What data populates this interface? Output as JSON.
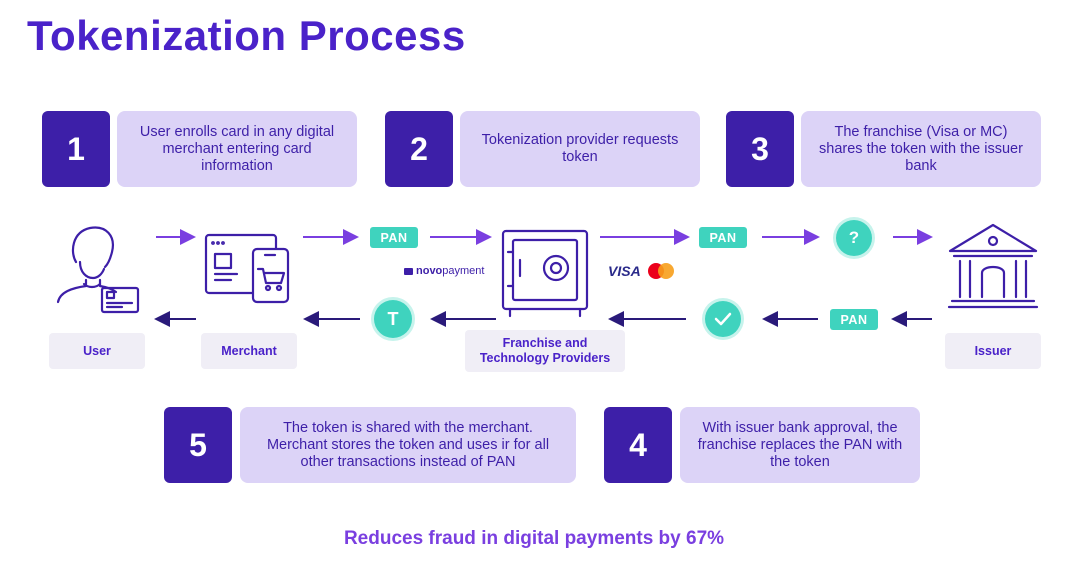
{
  "title": "Tokenization Process",
  "steps": [
    {
      "num": "1",
      "text": "User enrolls card in any digital merchant entering card information"
    },
    {
      "num": "2",
      "text": "Tokenization provider requests token"
    },
    {
      "num": "3",
      "text": "The franchise (Visa or MC) shares the token with the issuer bank"
    },
    {
      "num": "4",
      "text": "With issuer bank approval, the franchise replaces the PAN with the token"
    },
    {
      "num": "5",
      "text": "The token is shared with the merchant. Merchant stores the token and uses ir for all other transactions instead of PAN"
    }
  ],
  "actors": {
    "user": "User",
    "merchant": "Merchant",
    "franchise": "Franchise and\nTechnology Providers",
    "issuer": "Issuer"
  },
  "badges": {
    "pan1": "PAN",
    "pan2": "PAN",
    "pan3": "PAN",
    "question": "?",
    "token": "T"
  },
  "brands": {
    "novo_bold": "novo",
    "novo_rest": "payment",
    "visa": "VISA"
  },
  "footer": "Reduces fraud in digital payments by 67%",
  "colors": {
    "primary": "#3d1fa8",
    "accent": "#3fd3be",
    "soft": "#dcd3f7"
  }
}
